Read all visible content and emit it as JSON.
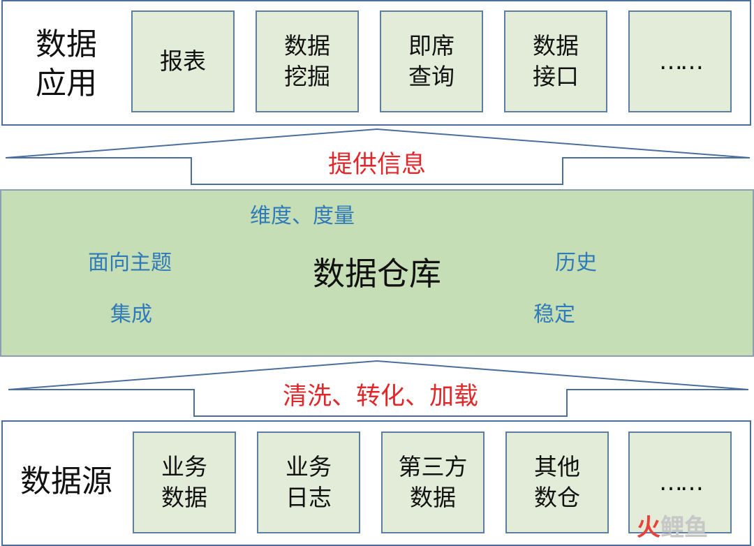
{
  "application_layer": {
    "title": "数据\n应用",
    "boxes": [
      "报表",
      "数据\n挖掘",
      "即席\n查询",
      "数据\n接口",
      "……"
    ]
  },
  "arrow_top": {
    "label": "提供信息"
  },
  "warehouse": {
    "title": "数据仓库",
    "features": {
      "dimension": "维度、度量",
      "subject": "面向主题",
      "integrated": "集成",
      "history": "历史",
      "stable": "稳定"
    }
  },
  "arrow_bottom": {
    "label": "清洗、转化、加载"
  },
  "source_layer": {
    "title": "数据源",
    "boxes": [
      "业务\n数据",
      "业务\n日志",
      "第三方\n数据",
      "其他\n数仓",
      "……"
    ]
  },
  "watermark": {
    "part1": "火",
    "part2": "鲤鱼"
  },
  "colors": {
    "box_fill": "#e2ecd9",
    "warehouse_fill": "#c6deb5",
    "border": "#4a6f9c",
    "feature_text": "#2f7ab8",
    "arrow_label": "#e0282b"
  }
}
